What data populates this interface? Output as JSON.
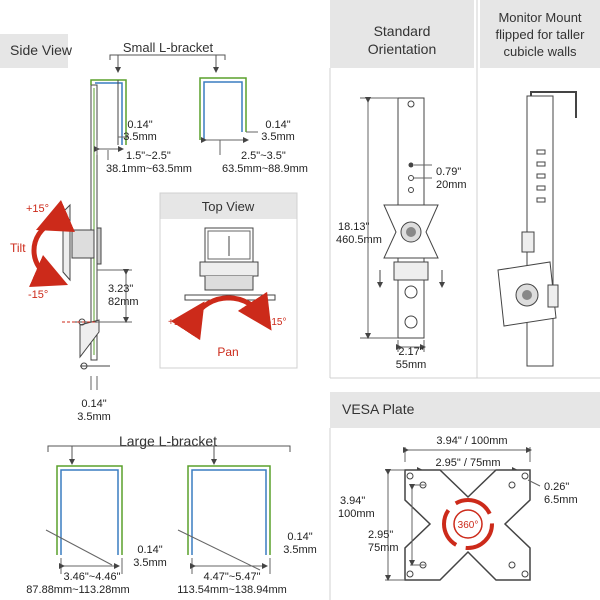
{
  "side_view": {
    "title": "Side View",
    "small_bracket_title": "Small L-bracket",
    "small_a": {
      "gap": "0.14\"",
      "gap_mm": "3.5mm",
      "range": "1.5\"~2.5\"",
      "range_mm": "38.1mm~63.5mm"
    },
    "small_b": {
      "gap": "0.14\"",
      "gap_mm": "3.5mm",
      "range": "2.5\"~3.5\"",
      "range_mm": "63.5mm~88.9mm"
    },
    "tilt_label": "Tilt",
    "tilt_up": "+15°",
    "tilt_down": "-15°",
    "height": "3.23\"",
    "height_mm": "82mm",
    "bottom_gap": "0.14\"",
    "bottom_gap_mm": "3.5mm"
  },
  "top_view": {
    "title": "Top View",
    "left_angle": "+15°",
    "right_angle": "-15°",
    "pan_label": "Pan"
  },
  "large_bracket": {
    "title": "Large L-bracket",
    "a": {
      "gap": "0.14\"",
      "gap_mm": "3.5mm",
      "range": "3.46\"~4.46\"",
      "range_mm": "87.88mm~113.28mm"
    },
    "b": {
      "gap": "0.14\"",
      "gap_mm": "3.5mm",
      "range": "4.47\"~5.47\"",
      "range_mm": "113.54mm~138.94mm"
    }
  },
  "standard": {
    "title_line1": "Standard",
    "title_line2": "Orientation",
    "height": "18.13\"",
    "height_mm": "460.5mm",
    "spacing": "0.79\"",
    "spacing_mm": "20mm",
    "width": "2.17\"",
    "width_mm": "55mm"
  },
  "flipped": {
    "title_line1": "Monitor Mount",
    "title_line2": "flipped for taller",
    "title_line3": "cubicle walls"
  },
  "vesa": {
    "title": "VESA Plate",
    "outer": "3.94\" / 100mm",
    "inner": "2.95\" / 75mm",
    "hole": "0.26\"",
    "hole_mm": "6.5mm",
    "left_outer": "3.94\"",
    "left_outer_mm": "100mm",
    "left_inner": "2.95\"",
    "left_inner_mm": "75mm",
    "rotation": "360°"
  },
  "colors": {
    "accent_red": "#cc2a1a",
    "panel_gray": "#e6e6e6",
    "bracket_green": "#5aa02c",
    "bracket_blue": "#3a7dc0"
  }
}
